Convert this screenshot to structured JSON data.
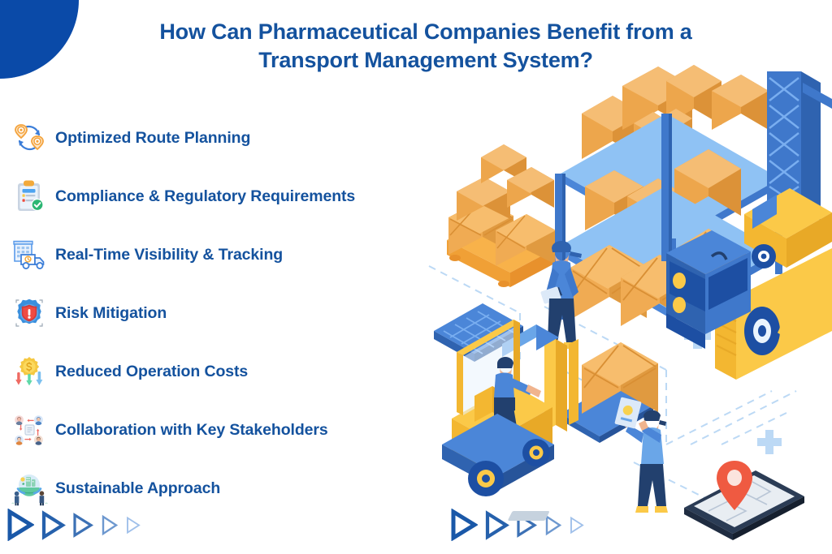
{
  "page": {
    "background": "#ffffff",
    "accent_blue": "#0a4aa8",
    "text_blue": "#14529e",
    "accent_orange": "#f5a623",
    "accent_yellow": "#ffc828",
    "accent_red": "#ef4136"
  },
  "decor": {
    "corner_blob_name": "blue-quarter-circle"
  },
  "header": {
    "title_line1": "How Can Pharmaceutical Companies Benefit from a",
    "title_line2": "Transport Management System?"
  },
  "benefits": [
    {
      "label": "Optimized Route Planning",
      "icon": "route-pins-icon"
    },
    {
      "label": "Compliance & Regulatory Requirements",
      "icon": "clipboard-check-icon"
    },
    {
      "label": "Real-Time Visibility & Tracking",
      "icon": "warehouse-truck-icon"
    },
    {
      "label": "Risk Mitigation",
      "icon": "gear-alert-icon"
    },
    {
      "label": "Reduced Operation Costs",
      "icon": "coin-down-arrows-icon"
    },
    {
      "label": "Collaboration with Key Stakeholders",
      "icon": "people-network-icon"
    },
    {
      "label": "Sustainable Approach",
      "icon": "green-globe-hands-icon"
    }
  ],
  "arrow_groups": {
    "left": {
      "name": "chevron-arrow-group-left",
      "count": 5
    },
    "middle": {
      "name": "chevron-arrow-group-middle",
      "count": 5
    },
    "color": "#1a58a8"
  },
  "illustration": {
    "name": "warehouse-logistics-isometric-illustration",
    "elements": [
      "pallet-with-boxes",
      "warehouse-shelving-rack",
      "worker-with-clipboard",
      "yellow-forklift-with-crate",
      "worker-with-tablet",
      "blue-delivery-truck",
      "overhead-crane",
      "smartphone-map-with-location-pin",
      "conveyor-ramp"
    ]
  }
}
